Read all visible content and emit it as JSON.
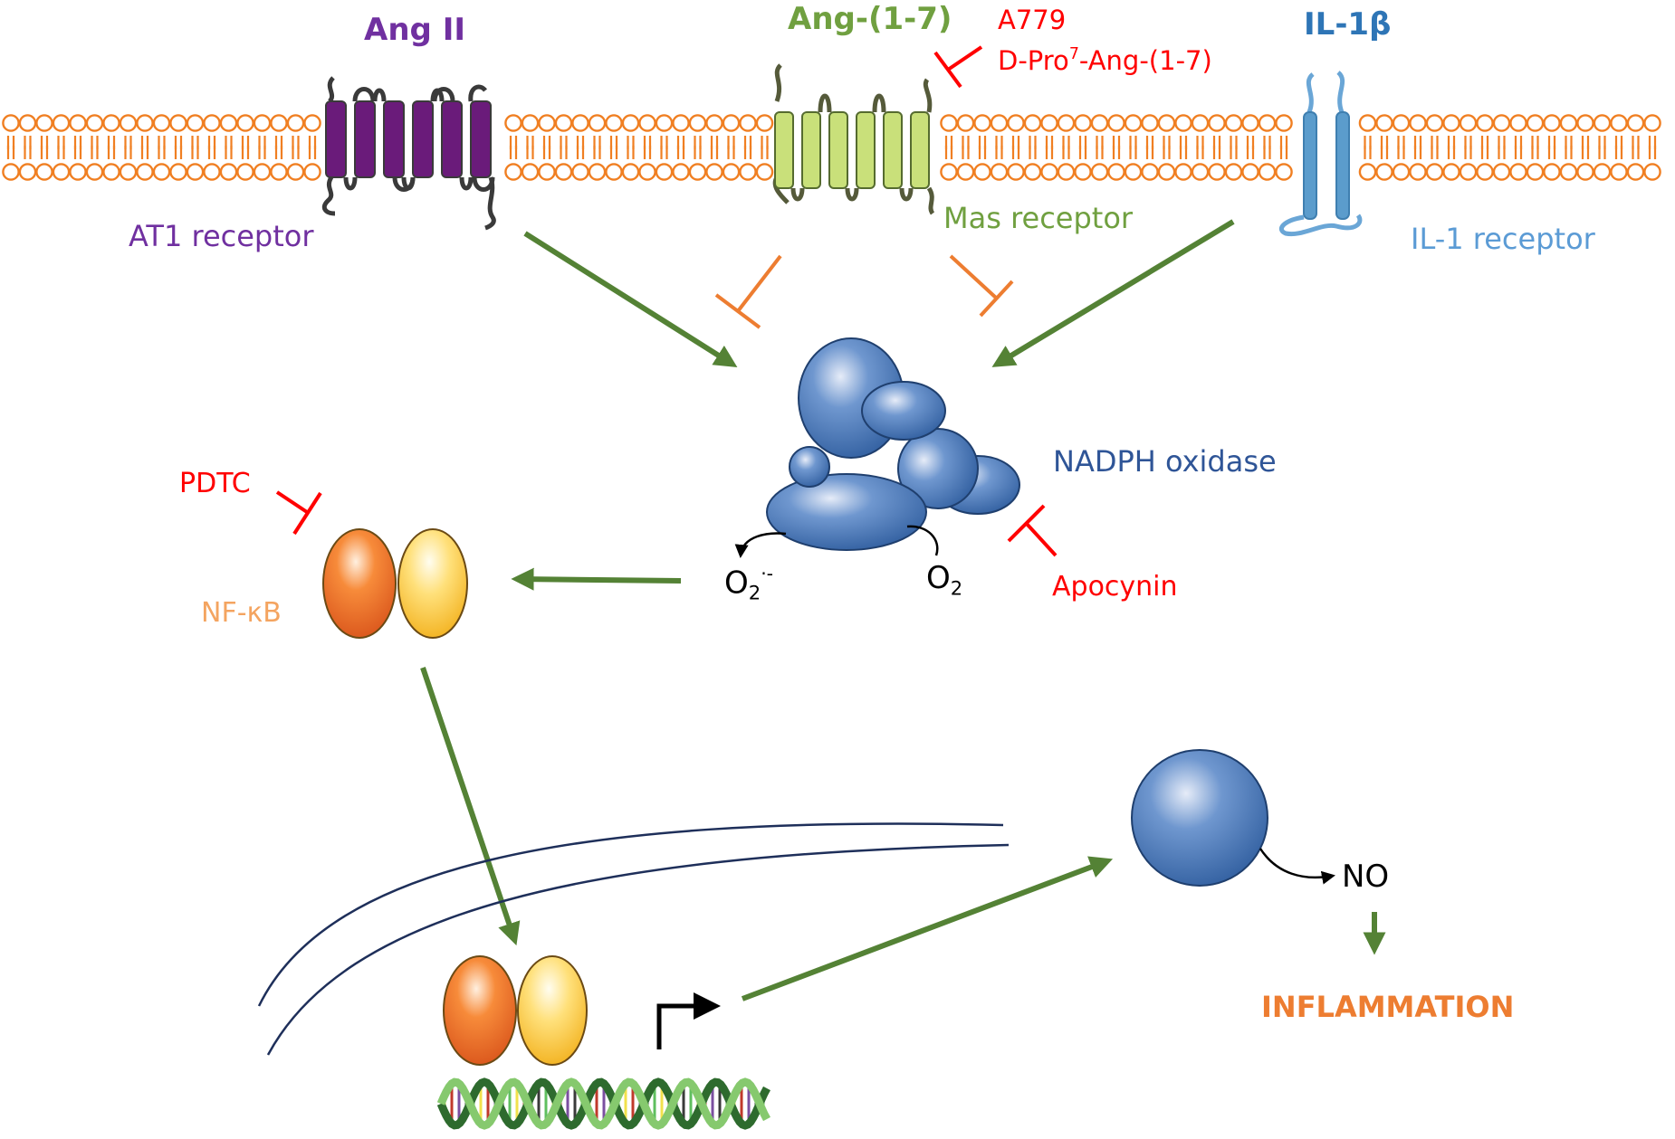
{
  "colors": {
    "membrane": "#f07f22",
    "activation": "#548235",
    "inhibition_red": "#ff0000",
    "inhibition_orange": "#ed7d31",
    "at1": "#7030a0",
    "mas": "#70a040",
    "il1": "#4a90c8",
    "nadph": "#3b6db0",
    "inflammation": "#ed7d31"
  },
  "labels": {
    "ang2": "Ang II",
    "ang17": "Ang-(1-7)",
    "il1b": "IL-1β",
    "a779": "A779",
    "dpro_prefix": "D-Pro",
    "dpro_sup": "7",
    "dpro_suffix": "-Ang-(1-7)",
    "at1_receptor": "AT1 receptor",
    "mas_receptor": "Mas receptor",
    "il1_receptor": "IL-1 receptor",
    "nadph_oxidase": "NADPH oxidase",
    "pdtc": "PDTC",
    "nfkb": "NF-κB",
    "o2_superoxide_base": "O",
    "o2_superoxide_sub": "2",
    "o2_superoxide_sup": "·-",
    "o2_base": "O",
    "o2_sub": "2",
    "apocynin": "Apocynin",
    "no": "NO",
    "inflammation": "INFLAMMATION"
  }
}
